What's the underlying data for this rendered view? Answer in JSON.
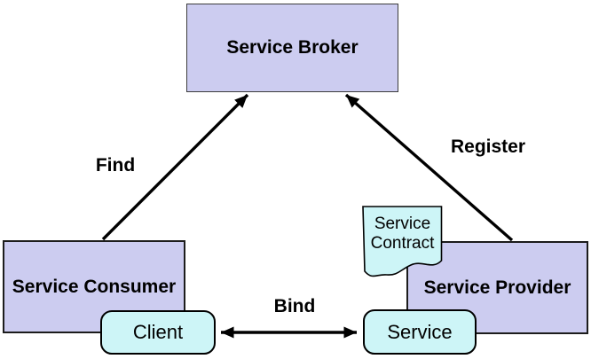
{
  "nodes": {
    "broker": {
      "label": "Service Broker"
    },
    "consumer": {
      "label": "Service Consumer"
    },
    "provider": {
      "label": "Service Provider"
    }
  },
  "artifacts": {
    "client": {
      "label": "Client"
    },
    "service": {
      "label": "Service"
    },
    "contract": {
      "label": "Service Contract"
    }
  },
  "edges": {
    "find": {
      "label": "Find"
    },
    "register": {
      "label": "Register"
    },
    "bind": {
      "label": "Bind"
    }
  },
  "colors": {
    "node_fill": "#ccccf0",
    "artifact_fill": "#cdf5f7",
    "border": "#000000",
    "arrow": "#000000",
    "text": "#000000",
    "background": "#ffffff"
  }
}
